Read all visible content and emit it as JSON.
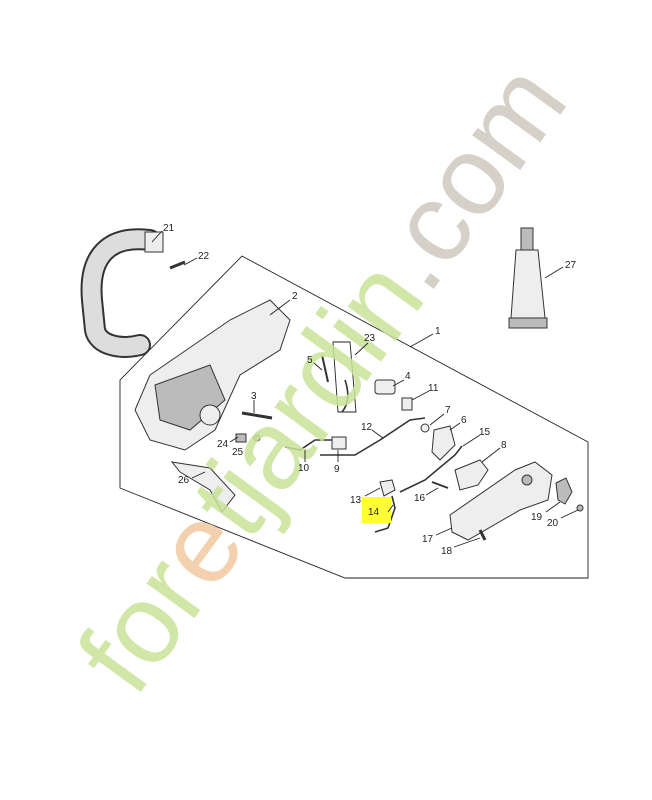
{
  "watermark": {
    "parts": [
      {
        "text": "for",
        "color": "#c9e39a"
      },
      {
        "text": "e",
        "color": "#f3c9a0"
      },
      {
        "text": "tjardin",
        "color": "#c9e39a"
      },
      {
        "text": ".com",
        "color": "#cfc9bf"
      }
    ]
  },
  "highlight_color": "#ffff33",
  "highlighted_part": "14",
  "callouts": [
    {
      "id": "21",
      "label": "21"
    },
    {
      "id": "22",
      "label": "22"
    },
    {
      "id": "2",
      "label": "2"
    },
    {
      "id": "1",
      "label": "1"
    },
    {
      "id": "23",
      "label": "23"
    },
    {
      "id": "27",
      "label": "27"
    },
    {
      "id": "5",
      "label": "5"
    },
    {
      "id": "4",
      "label": "4"
    },
    {
      "id": "11",
      "label": "11"
    },
    {
      "id": "3",
      "label": "3"
    },
    {
      "id": "7",
      "label": "7"
    },
    {
      "id": "6",
      "label": "6"
    },
    {
      "id": "15",
      "label": "15"
    },
    {
      "id": "12",
      "label": "12"
    },
    {
      "id": "24",
      "label": "24"
    },
    {
      "id": "25",
      "label": "25"
    },
    {
      "id": "8",
      "label": "8"
    },
    {
      "id": "10",
      "label": "10"
    },
    {
      "id": "9",
      "label": "9"
    },
    {
      "id": "26",
      "label": "26"
    },
    {
      "id": "13",
      "label": "13"
    },
    {
      "id": "14",
      "label": "14"
    },
    {
      "id": "16",
      "label": "16"
    },
    {
      "id": "17",
      "label": "17"
    },
    {
      "id": "18",
      "label": "18"
    },
    {
      "id": "19",
      "label": "19"
    },
    {
      "id": "20",
      "label": "20"
    }
  ]
}
